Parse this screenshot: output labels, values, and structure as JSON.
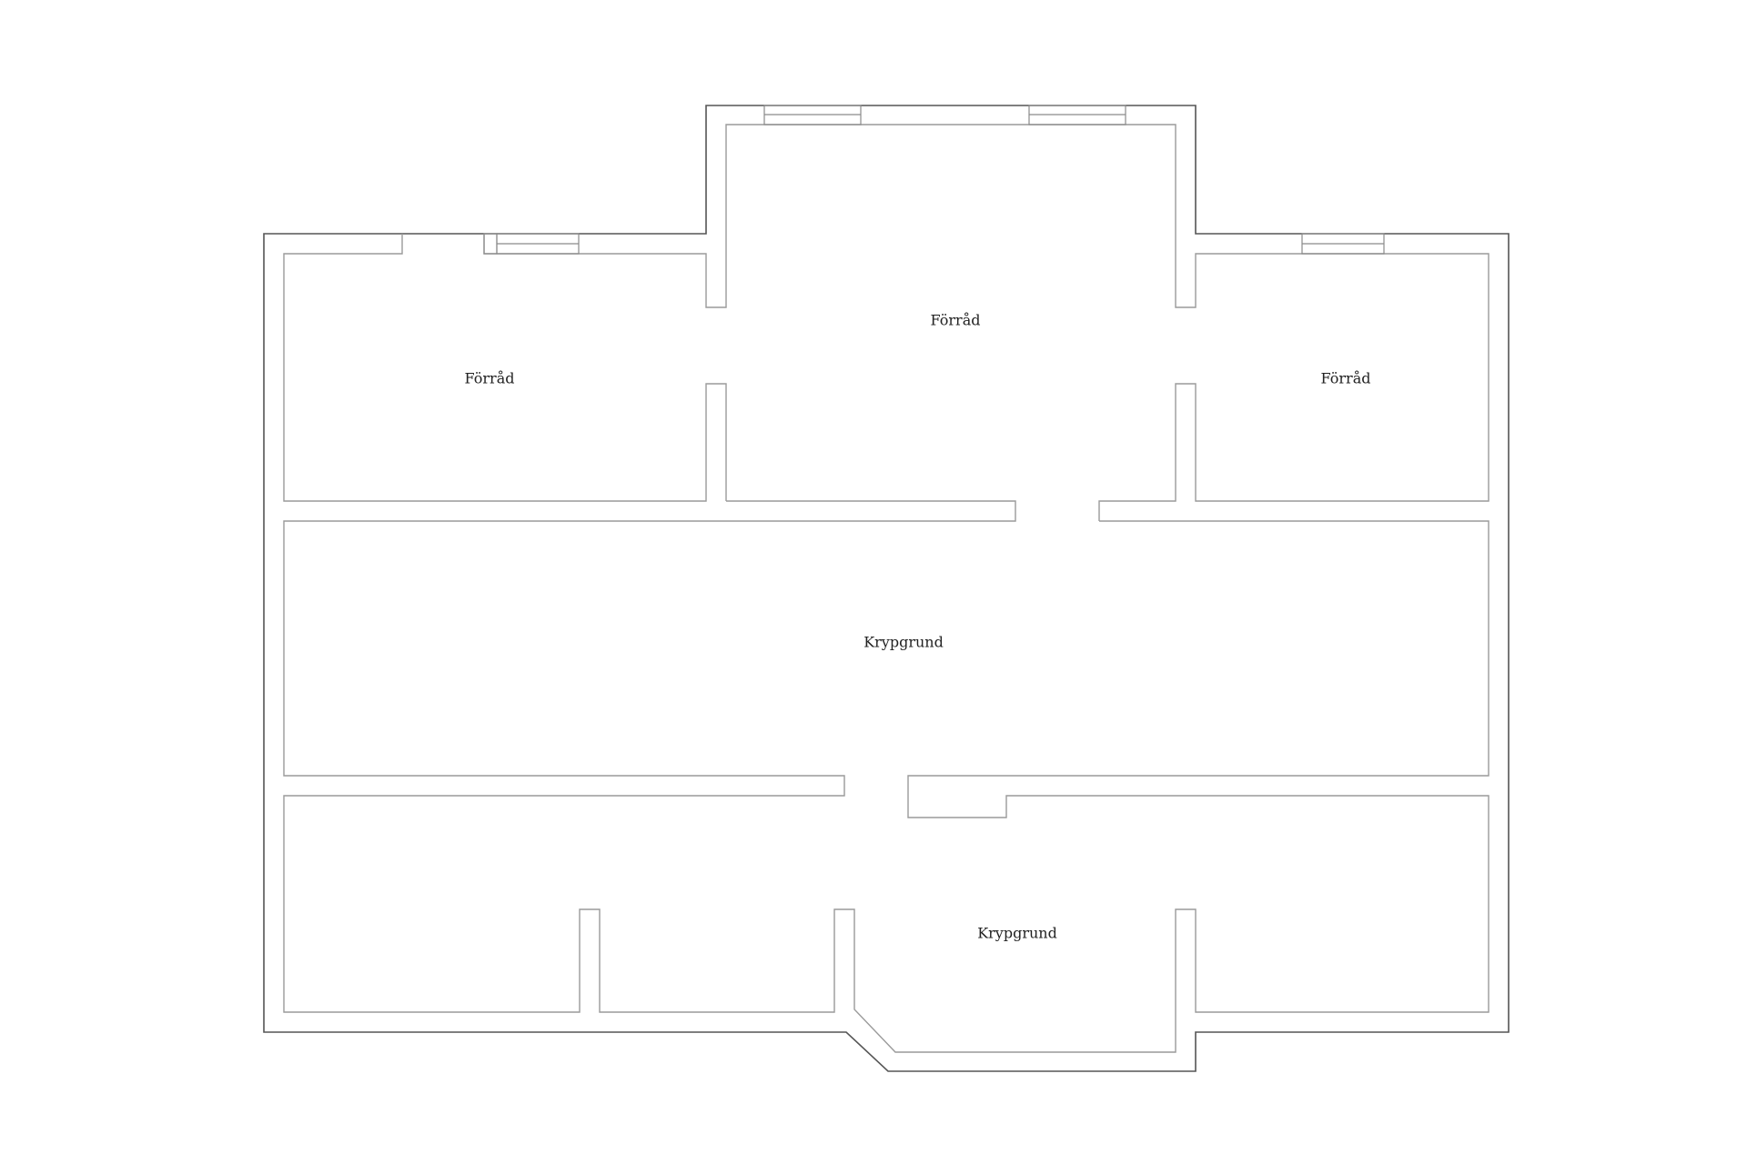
{
  "rooms": [
    {
      "id": "storage-left",
      "label": "Förråd"
    },
    {
      "id": "storage-center",
      "label": "Förråd"
    },
    {
      "id": "storage-right",
      "label": "Förråd"
    },
    {
      "id": "crawlspace-middle",
      "label": "Krypgrund"
    },
    {
      "id": "crawlspace-bottom",
      "label": "Krypgrund"
    }
  ]
}
